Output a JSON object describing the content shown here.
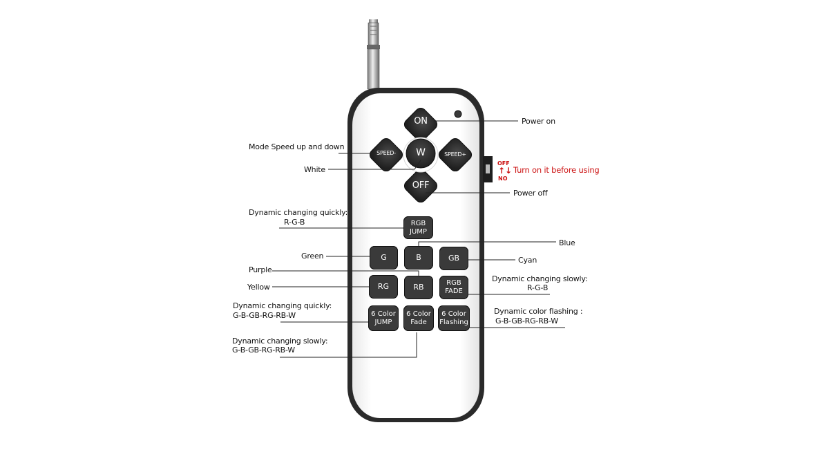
{
  "remote": {
    "on": "ON",
    "off": "OFF",
    "w": "W",
    "speed_minus": "SPEED-",
    "speed_plus": "SPEED+",
    "rgb_jump": [
      "RGB",
      "JUMP"
    ],
    "g": "G",
    "b": "B",
    "gb": "GB",
    "rg": "RG",
    "rb": "RB",
    "rgb_fade": [
      "RGB",
      "FADE"
    ],
    "six_jump": [
      "6 Color",
      "JUMP"
    ],
    "six_fade": [
      "6 Color",
      "Fade"
    ],
    "six_flash": [
      "6 Color",
      "Flashing"
    ],
    "switch_off": "OFF",
    "switch_no": "NO",
    "switch_arrows": "↑↓"
  },
  "labels": {
    "power_on": "Power on",
    "mode_speed": "Mode Speed up and down",
    "white": "White",
    "turn_on": "Turn on it before using",
    "power_off": "Power off",
    "dyn_quick_rgb_1": "Dynamic changing quickly:",
    "dyn_quick_rgb_2": "R-G-B",
    "blue": "Blue",
    "green": "Green",
    "cyan": "Cyan",
    "purple": "Purple",
    "yellow": "Yellow",
    "dyn_slow_rgb_1": "Dynamic changing slowly:",
    "dyn_slow_rgb_2": "R-G-B",
    "dyn_quick_6_1": "Dynamic changing quickly:",
    "dyn_quick_6_2": "G-B-GB-RG-RB-W",
    "dyn_flash_1": "Dynamic color flashing :",
    "dyn_flash_2": "G-B-GB-RG-RB-W",
    "dyn_slow_6_1": "Dynamic changing slowly:",
    "dyn_slow_6_2": "G-B-GB-RG-RB-W"
  }
}
